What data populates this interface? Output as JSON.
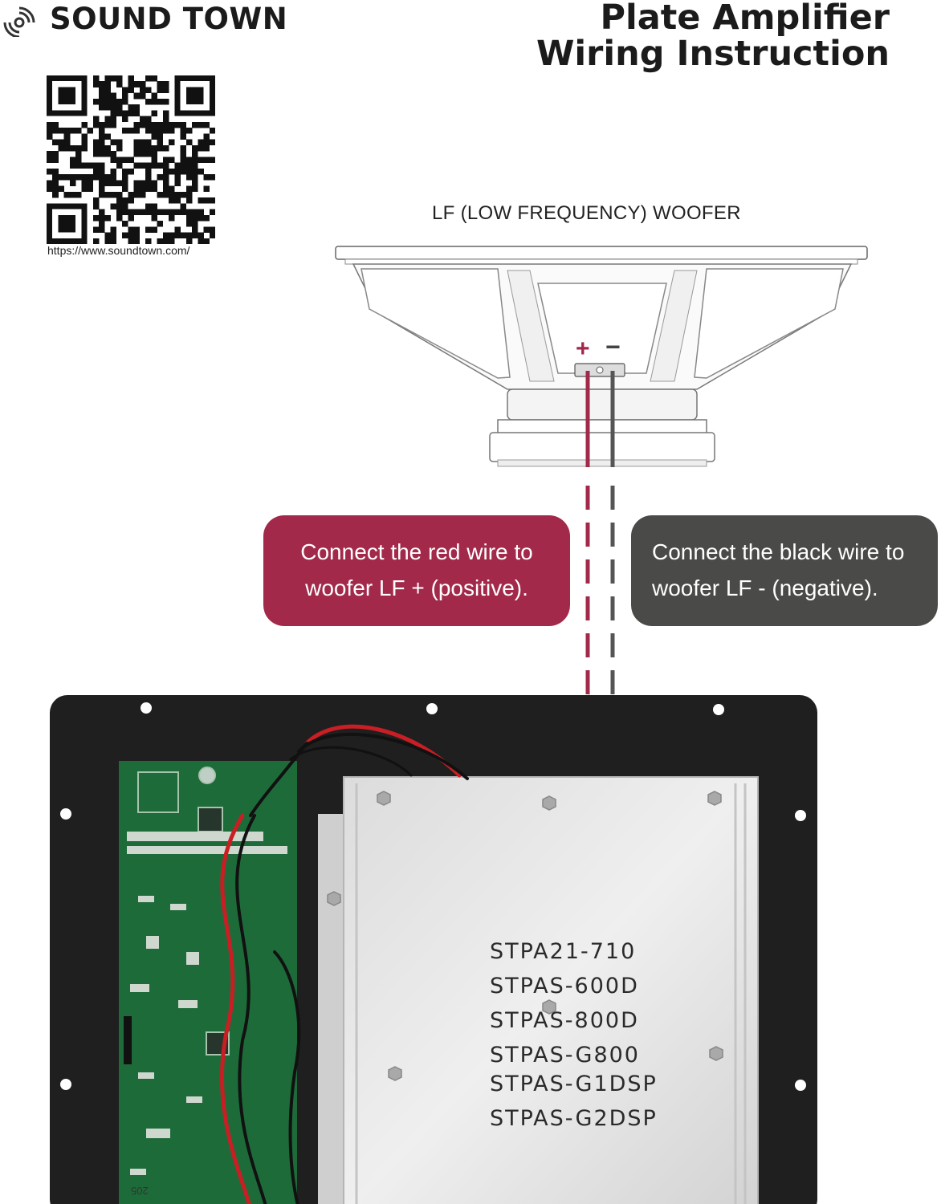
{
  "header": {
    "brand": "SOUND TOWN",
    "title_line1": "Plate Amplifier",
    "title_line2": "Wiring Instruction"
  },
  "qr": {
    "url": "https://www.soundtown.com/"
  },
  "woofer": {
    "label": "LF (LOW FREQUENCY) WOOFER",
    "plus": "+",
    "minus": "−"
  },
  "callouts": {
    "red": {
      "line1": "Connect the red wire to",
      "line2": "woofer LF + (positive).",
      "color": "#a2294a"
    },
    "black": {
      "line1": "Connect the black wire to",
      "line2": "woofer LF - (negative).",
      "color": "#4a4a49"
    }
  },
  "amplifier": {
    "models": [
      "STPA21-710",
      "STPAS-600D",
      "STPAS-800D",
      "STPAS-G800",
      "STPAS-G1DSP",
      "STPAS-G2DSP"
    ],
    "board_mark": "205"
  }
}
